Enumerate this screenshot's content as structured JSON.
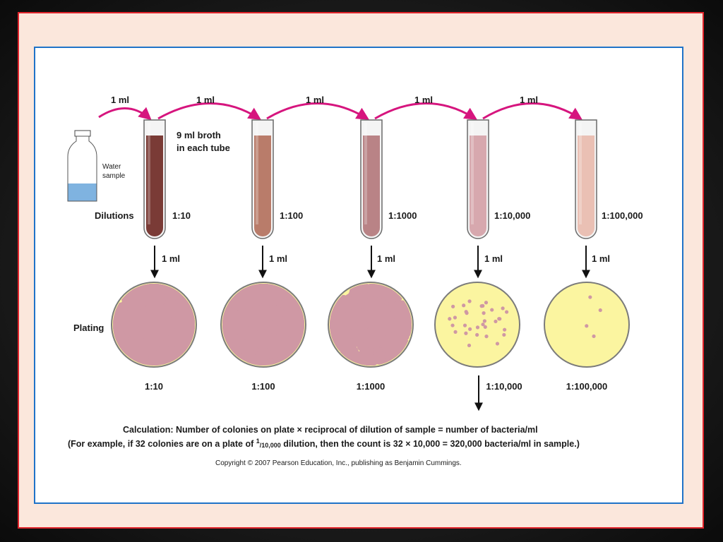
{
  "transfer_label": "1 ml",
  "broth_note_line1": "9 ml broth",
  "broth_note_line2": "in each tube",
  "water_sample_line1": "Water",
  "water_sample_line2": "sample",
  "dilutions_heading": "Dilutions",
  "plating_heading": "Plating",
  "tubes": [
    {
      "dilution": "1:10",
      "liquid_color": "#7a3b36"
    },
    {
      "dilution": "1:100",
      "liquid_color": "#b97c6a"
    },
    {
      "dilution": "1:1000",
      "liquid_color": "#b98386"
    },
    {
      "dilution": "1:10,000",
      "liquid_color": "#d7a8ae"
    },
    {
      "dilution": "1:100,000",
      "liquid_color": "#eac0b4"
    }
  ],
  "plates": [
    {
      "dilution": "1:10",
      "colony_coverage": 0.9
    },
    {
      "dilution": "1:100",
      "colony_coverage": 0.7
    },
    {
      "dilution": "1:1000",
      "colony_coverage": 0.45
    },
    {
      "dilution": "1:10,000",
      "colony_count": 32
    },
    {
      "dilution": "1:100,000",
      "colony_count": 4
    }
  ],
  "calculation_line1": "Calculation: Number of colonies on plate × reciprocal of dilution of sample = number of bacteria/ml",
  "calculation_line2_pre": "(For example, if 32 colonies are on a plate of ",
  "calculation_line2_sup": "1",
  "calculation_line2_sub": "/10,000",
  "calculation_line2_post": " dilution, then the count is 32 × 10,000 = 320,000 bacteria/ml in sample.)",
  "copyright": "Copyright © 2007 Pearson Education, Inc., publishing as Benjamin Cummings.",
  "colors": {
    "arrow_magenta": "#d6157e",
    "agar_yellow": "#fbf5a0",
    "colony_pink": "#cf98a4",
    "water_blue": "#7fb3e0"
  }
}
